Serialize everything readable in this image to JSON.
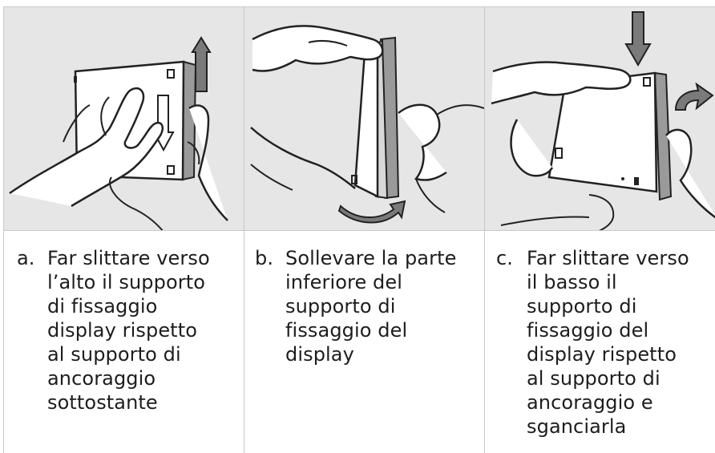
{
  "steps": [
    {
      "letter": "a.",
      "text": "Far slittare verso\nl’alto il supporto\ndi fissaggio\ndisplay rispetto\nal supporto di\nancoraggio\nsottostante"
    },
    {
      "letter": "b.",
      "text": "Sollevare la parte\ninferiore del\nsupporto di\nfissaggio del\ndisplay"
    },
    {
      "letter": "c.",
      "text": "Far slittare verso\nil basso il\nsupporto di\nfissaggio del\ndisplay rispetto\nal supporto di\nancoraggio  e\nsganciarla"
    }
  ],
  "colors": {
    "panel_bg": "#e6e6e6",
    "arrow_fill": "#7a7a7a",
    "device_side": "#9a9a9a",
    "rule": "#c9c9c9"
  }
}
